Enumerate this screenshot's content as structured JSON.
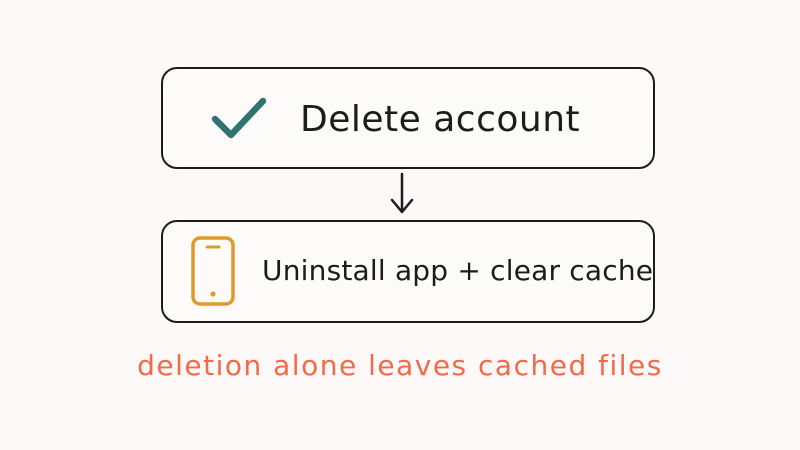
{
  "steps": [
    {
      "label": "Delete account",
      "icon": "checkmark-icon",
      "icon_color": "#2f7373"
    },
    {
      "label": "Uninstall app + clear cache",
      "icon": "smartphone-icon",
      "icon_color": "#e09a2c"
    }
  ],
  "connector_icon": "arrow-down-icon",
  "caption": "deletion alone leaves cached files",
  "colors": {
    "background": "#fcf9f8",
    "outline": "#1c1c1c",
    "caption": "#f26a4a"
  }
}
